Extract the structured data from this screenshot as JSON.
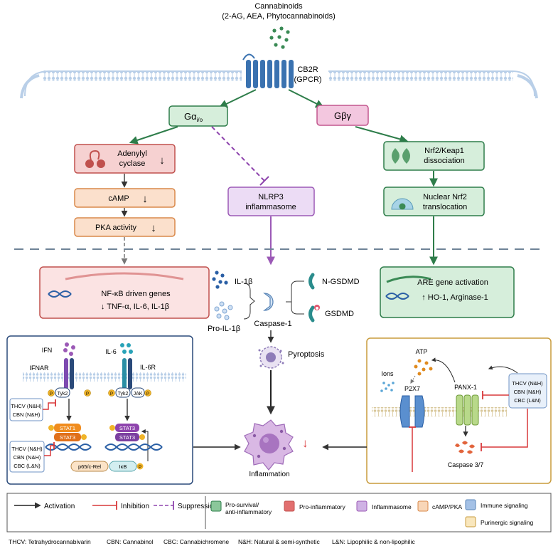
{
  "header": {
    "title": "Cannabinoids",
    "subtitle": "(2-AG, AEA, Phytocannabinoids)"
  },
  "receptor": {
    "name": "CB2R",
    "type": "(GPCR)"
  },
  "nodes": {
    "galpha": {
      "main": "Gα",
      "sub": "i/o"
    },
    "gbg": "Gβγ",
    "adenylyl": [
      "Adenylyl",
      "cyclase"
    ],
    "camp": "cAMP",
    "pka": "PKA activity",
    "nlrp3": [
      "NLRP3",
      "inflammasome"
    ],
    "nrf2": [
      "Nrf2/Keap1",
      "dissociation"
    ],
    "nuclear": [
      "Nuclear Nrf2",
      "translocation"
    ],
    "nfkb": {
      "title": "NF-κB driven genes",
      "genes": "↓ TNF-α, IL-6, IL-1β"
    },
    "are": {
      "title": "ARE gene activation",
      "genes": "↑ HO-1, Arginase-1"
    },
    "down_arrow": "↓",
    "up_arrow": "↑"
  },
  "caspase": {
    "il1b": "IL-1β",
    "pro_il1b": "Pro-IL-1β",
    "casp1": "Caspase-1",
    "ngsdmd": "N-GSDMD",
    "gsdmd": "GSDMD",
    "pyroptosis": "Pyroptosis"
  },
  "left_panel": {
    "ifn": "IFN",
    "ifnar": "IFNAR",
    "il6": "IL-6",
    "il6r": "IL-6R",
    "tyk2": "Tyk2",
    "jak": "JAK",
    "p": "P",
    "stat1": "STAT1",
    "stat3": "STAT3",
    "box1": [
      "THCV (N&H)",
      "CBN (N&H)"
    ],
    "box2": [
      "THCV (N&H)",
      "CBN (N&H)",
      "CBC (L&N)"
    ],
    "p65": "p65/c-Rel",
    "ikb": "IκB"
  },
  "right_panel": {
    "atp": "ATP",
    "ions": "Ions",
    "p2x7": "P2X7",
    "panx1": "PANX-1",
    "caspase37": "Caspase 3/7",
    "box": [
      "THCV (N&H)",
      "CBN (N&H)",
      "CBC (L&N)"
    ]
  },
  "inflammation": "Inflammation",
  "legend": {
    "activation": "Activation",
    "inhibition": "Inhibition",
    "suppression": "Suppression",
    "categories": [
      {
        "label": [
          "Pro-survival/",
          "anti-inflammatory"
        ],
        "color": "#7fbf8f"
      },
      {
        "label": [
          "Pro-inflammatory"
        ],
        "color": "#e06c6c"
      },
      {
        "label": [
          "Inflammasome"
        ],
        "color": "#c8a8e0"
      },
      {
        "label": [
          "cAMP/PKA"
        ],
        "color": "#f6d2b0"
      },
      {
        "label": [
          "Immune signaling"
        ],
        "color": "#9ab8e0"
      },
      {
        "label": [
          "Purinergic signaling"
        ],
        "color": "#f7e2b0"
      }
    ]
  },
  "footnote": {
    "thcv": "THCV: Tetrahydrocannabivarin",
    "cbn": "CBN: Cannabinol",
    "cbc": "CBC: Cannabichromene",
    "nh": "N&H: Natural & semi-synthetic",
    "ln": "L&N: Lipophilic & non-lipophilic"
  },
  "colors": {
    "green": "#2e7d4a",
    "red": "#d9383a",
    "purple": "#7b3fa0",
    "dark": "#333333",
    "membrane": "#a9c4e4"
  }
}
